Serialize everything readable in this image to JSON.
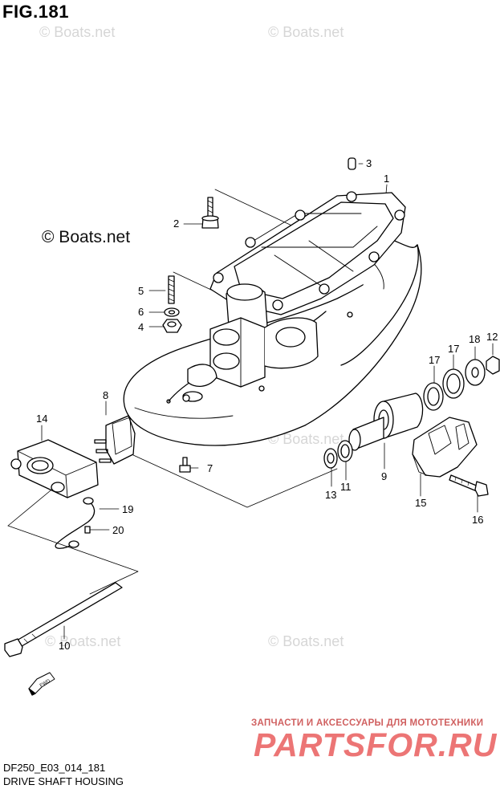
{
  "figure": {
    "title": "FIG.181",
    "code": "DF250_E03_014_181",
    "name": "DRIVE SHAFT HOUSING"
  },
  "watermarks": {
    "primary": "© Boats.net",
    "faint": "© Boats.net"
  },
  "callouts": [
    "1",
    "2",
    "3",
    "4",
    "5",
    "6",
    "7",
    "8",
    "9",
    "10",
    "11",
    "12",
    "13",
    "14",
    "15",
    "16",
    "17",
    "17",
    "18",
    "19",
    "20"
  ],
  "fwd_icon": "fwd-arrow-icon",
  "promo": {
    "tagline": "ЗАПЧАСТИ И АКСЕССУАРЫ ДЛЯ МОТОТЕХНИКИ",
    "logo_text": "PARTSFOR.RU"
  },
  "colors": {
    "line": "#000000",
    "watermark": "#d6d6d6",
    "brand": "#e95d5d"
  }
}
